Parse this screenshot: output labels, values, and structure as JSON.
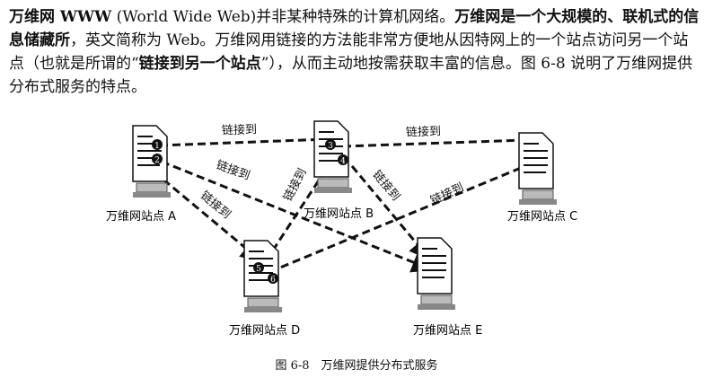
{
  "paragraph": {
    "s1_bold": "万维网 WWW",
    "s2": " (World Wide Web)并非某种特殊的计算机网络。",
    "s3_bold": "万维网是一个大规模的、联机式的信息储藏所",
    "s4": "，英文简称为 Web。万维网用链接的方法能非常方便地从因特网上的一个站点访问另一个站点（也就是所谓的“",
    "s5_bold": "链接到另一个站点",
    "s6": "”），从而主动地按需获取丰富的信息。图 6-8 说明了万维网提供分布式服务的特点。"
  },
  "figure": {
    "sites": [
      {
        "id": "A",
        "label": "万维网站点 A",
        "markers": [
          "1",
          "2"
        ]
      },
      {
        "id": "B",
        "label": "万维网站点 B",
        "markers": [
          "3",
          "4"
        ]
      },
      {
        "id": "C",
        "label": "万维网站点 C",
        "markers": []
      },
      {
        "id": "D",
        "label": "万维网站点 D",
        "markers": [
          "5",
          "6"
        ]
      },
      {
        "id": "E",
        "label": "万维网站点 E",
        "markers": []
      }
    ],
    "link_label": "链接到",
    "caption": "图 6-8　万维网提供分布式服务"
  }
}
